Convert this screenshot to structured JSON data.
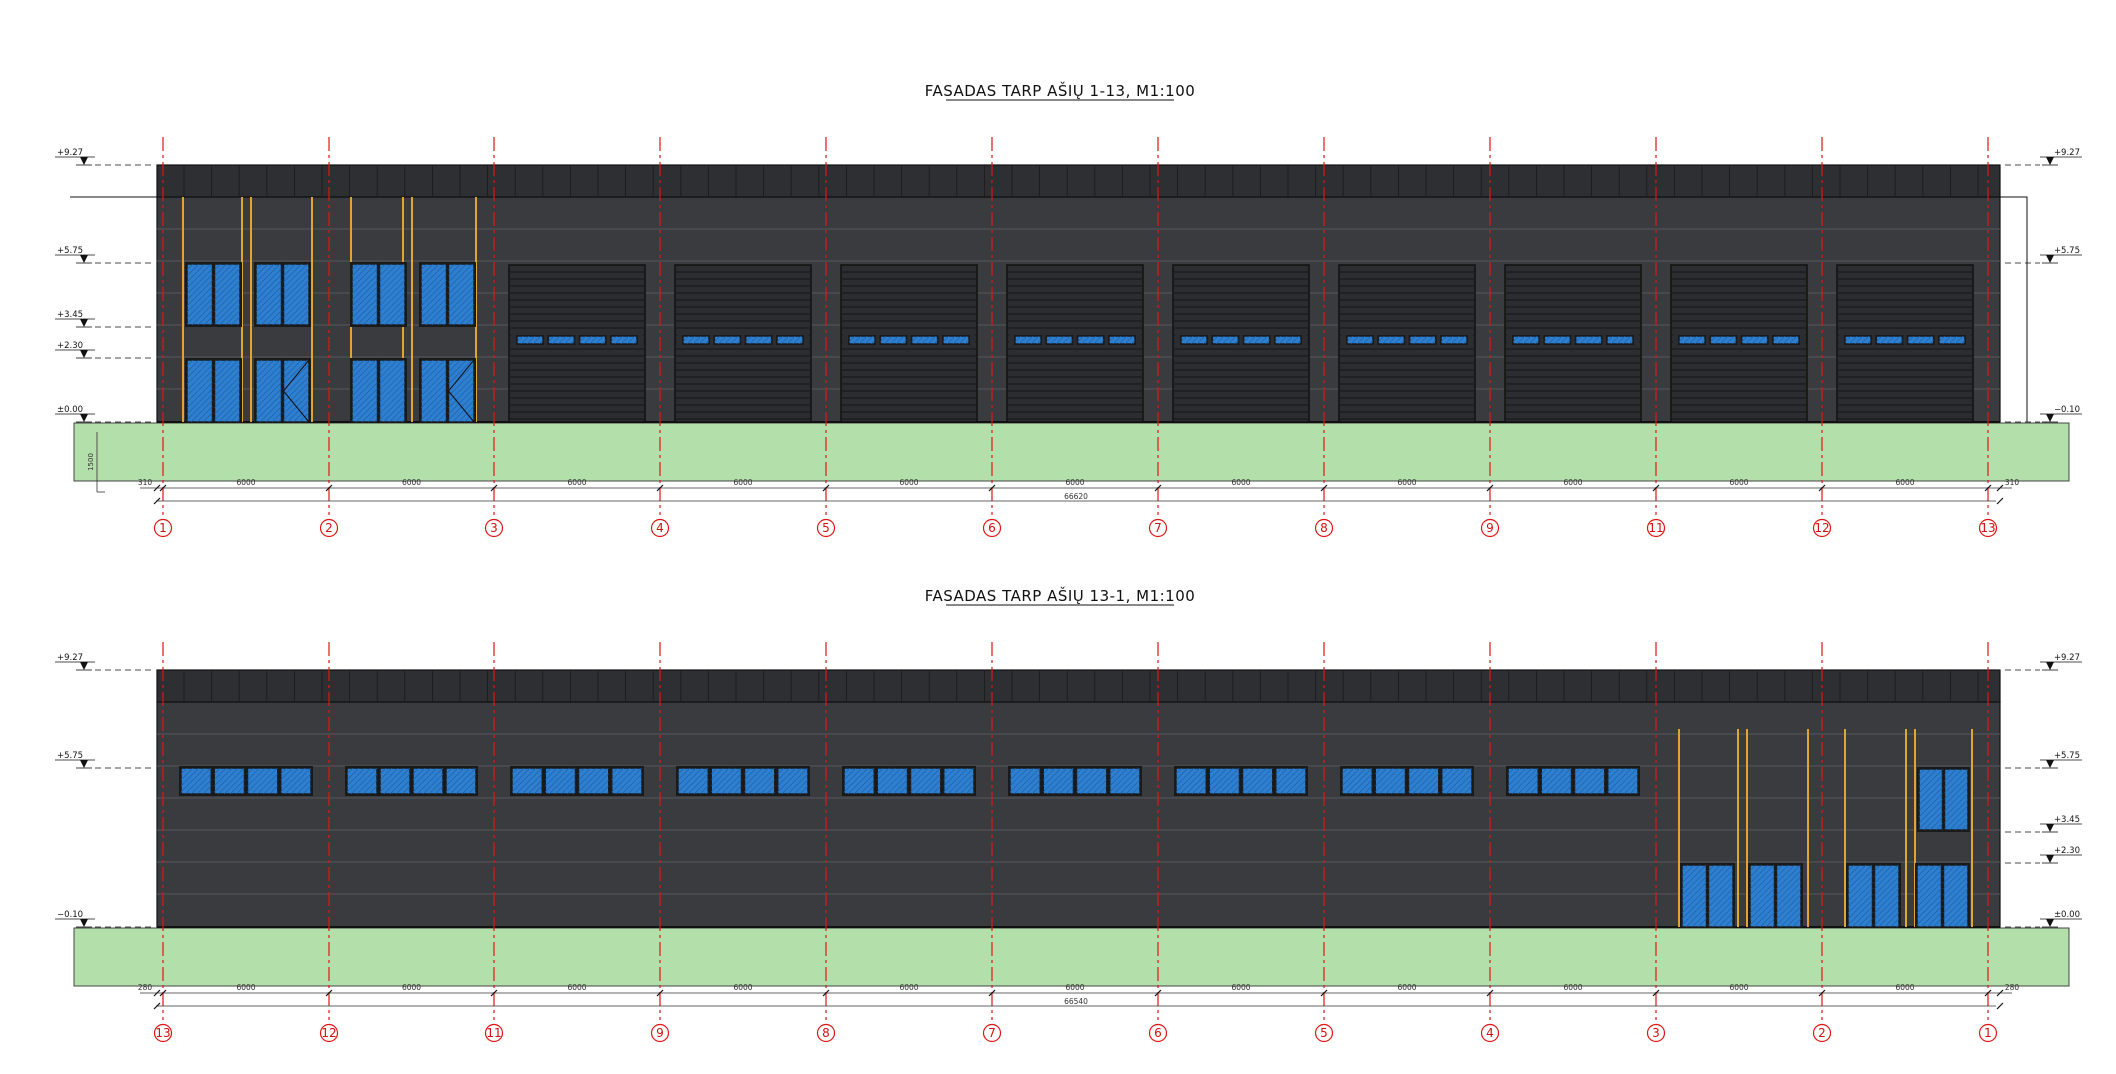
{
  "colors": {
    "wall": "#3a3b3f",
    "parapet": "#2e2f33",
    "panel_line": "#55575c",
    "ground": "#b3dfaa",
    "ground_stroke": "#444444",
    "axis": "#e01515",
    "glass": "#2e7fd0",
    "glass_dark": "#1d5fa5",
    "frame": "#1a1a1a",
    "door_panel": "#2c2d31",
    "door_stripe": "#1a1b1e",
    "trim": "#e0a430",
    "dim_line": "#333333"
  },
  "icons": [
    "level-marker-icon",
    "axis-bubble-icon"
  ],
  "facades": [
    {
      "title": "FASADAS TARP AŠIŲ 1-13, M1:100",
      "axes": [
        "1",
        "2",
        "3",
        "4",
        "5",
        "6",
        "7",
        "8",
        "9",
        "11",
        "12",
        "13"
      ],
      "levels_left": [
        "+9.27",
        "+5.75",
        "+3.45",
        "+2.30",
        "±0.00"
      ],
      "levels_right": [
        "+9.27",
        "+5.75",
        "−0.10"
      ],
      "dims": [
        "310",
        "6000",
        "6000",
        "6000",
        "6000",
        "6000",
        "6000",
        "6000",
        "6000",
        "6000",
        "6000",
        "6000",
        "310"
      ],
      "total": "66620",
      "plinth_label": "1500"
    },
    {
      "title": "FASADAS TARP AŠIŲ 13-1, M1:100",
      "axes": [
        "13",
        "12",
        "11",
        "9",
        "8",
        "7",
        "6",
        "5",
        "4",
        "3",
        "2",
        "1"
      ],
      "levels_left": [
        "+9.27",
        "+5.75",
        "−0.10"
      ],
      "levels_right": [
        "+9.27",
        "+5.75",
        "+3.45",
        "+2.30",
        "±0.00"
      ],
      "dims": [
        "280",
        "6000",
        "6000",
        "6000",
        "6000",
        "6000",
        "6000",
        "6000",
        "6000",
        "6000",
        "6000",
        "6000",
        "280"
      ],
      "total": "66540"
    }
  ]
}
